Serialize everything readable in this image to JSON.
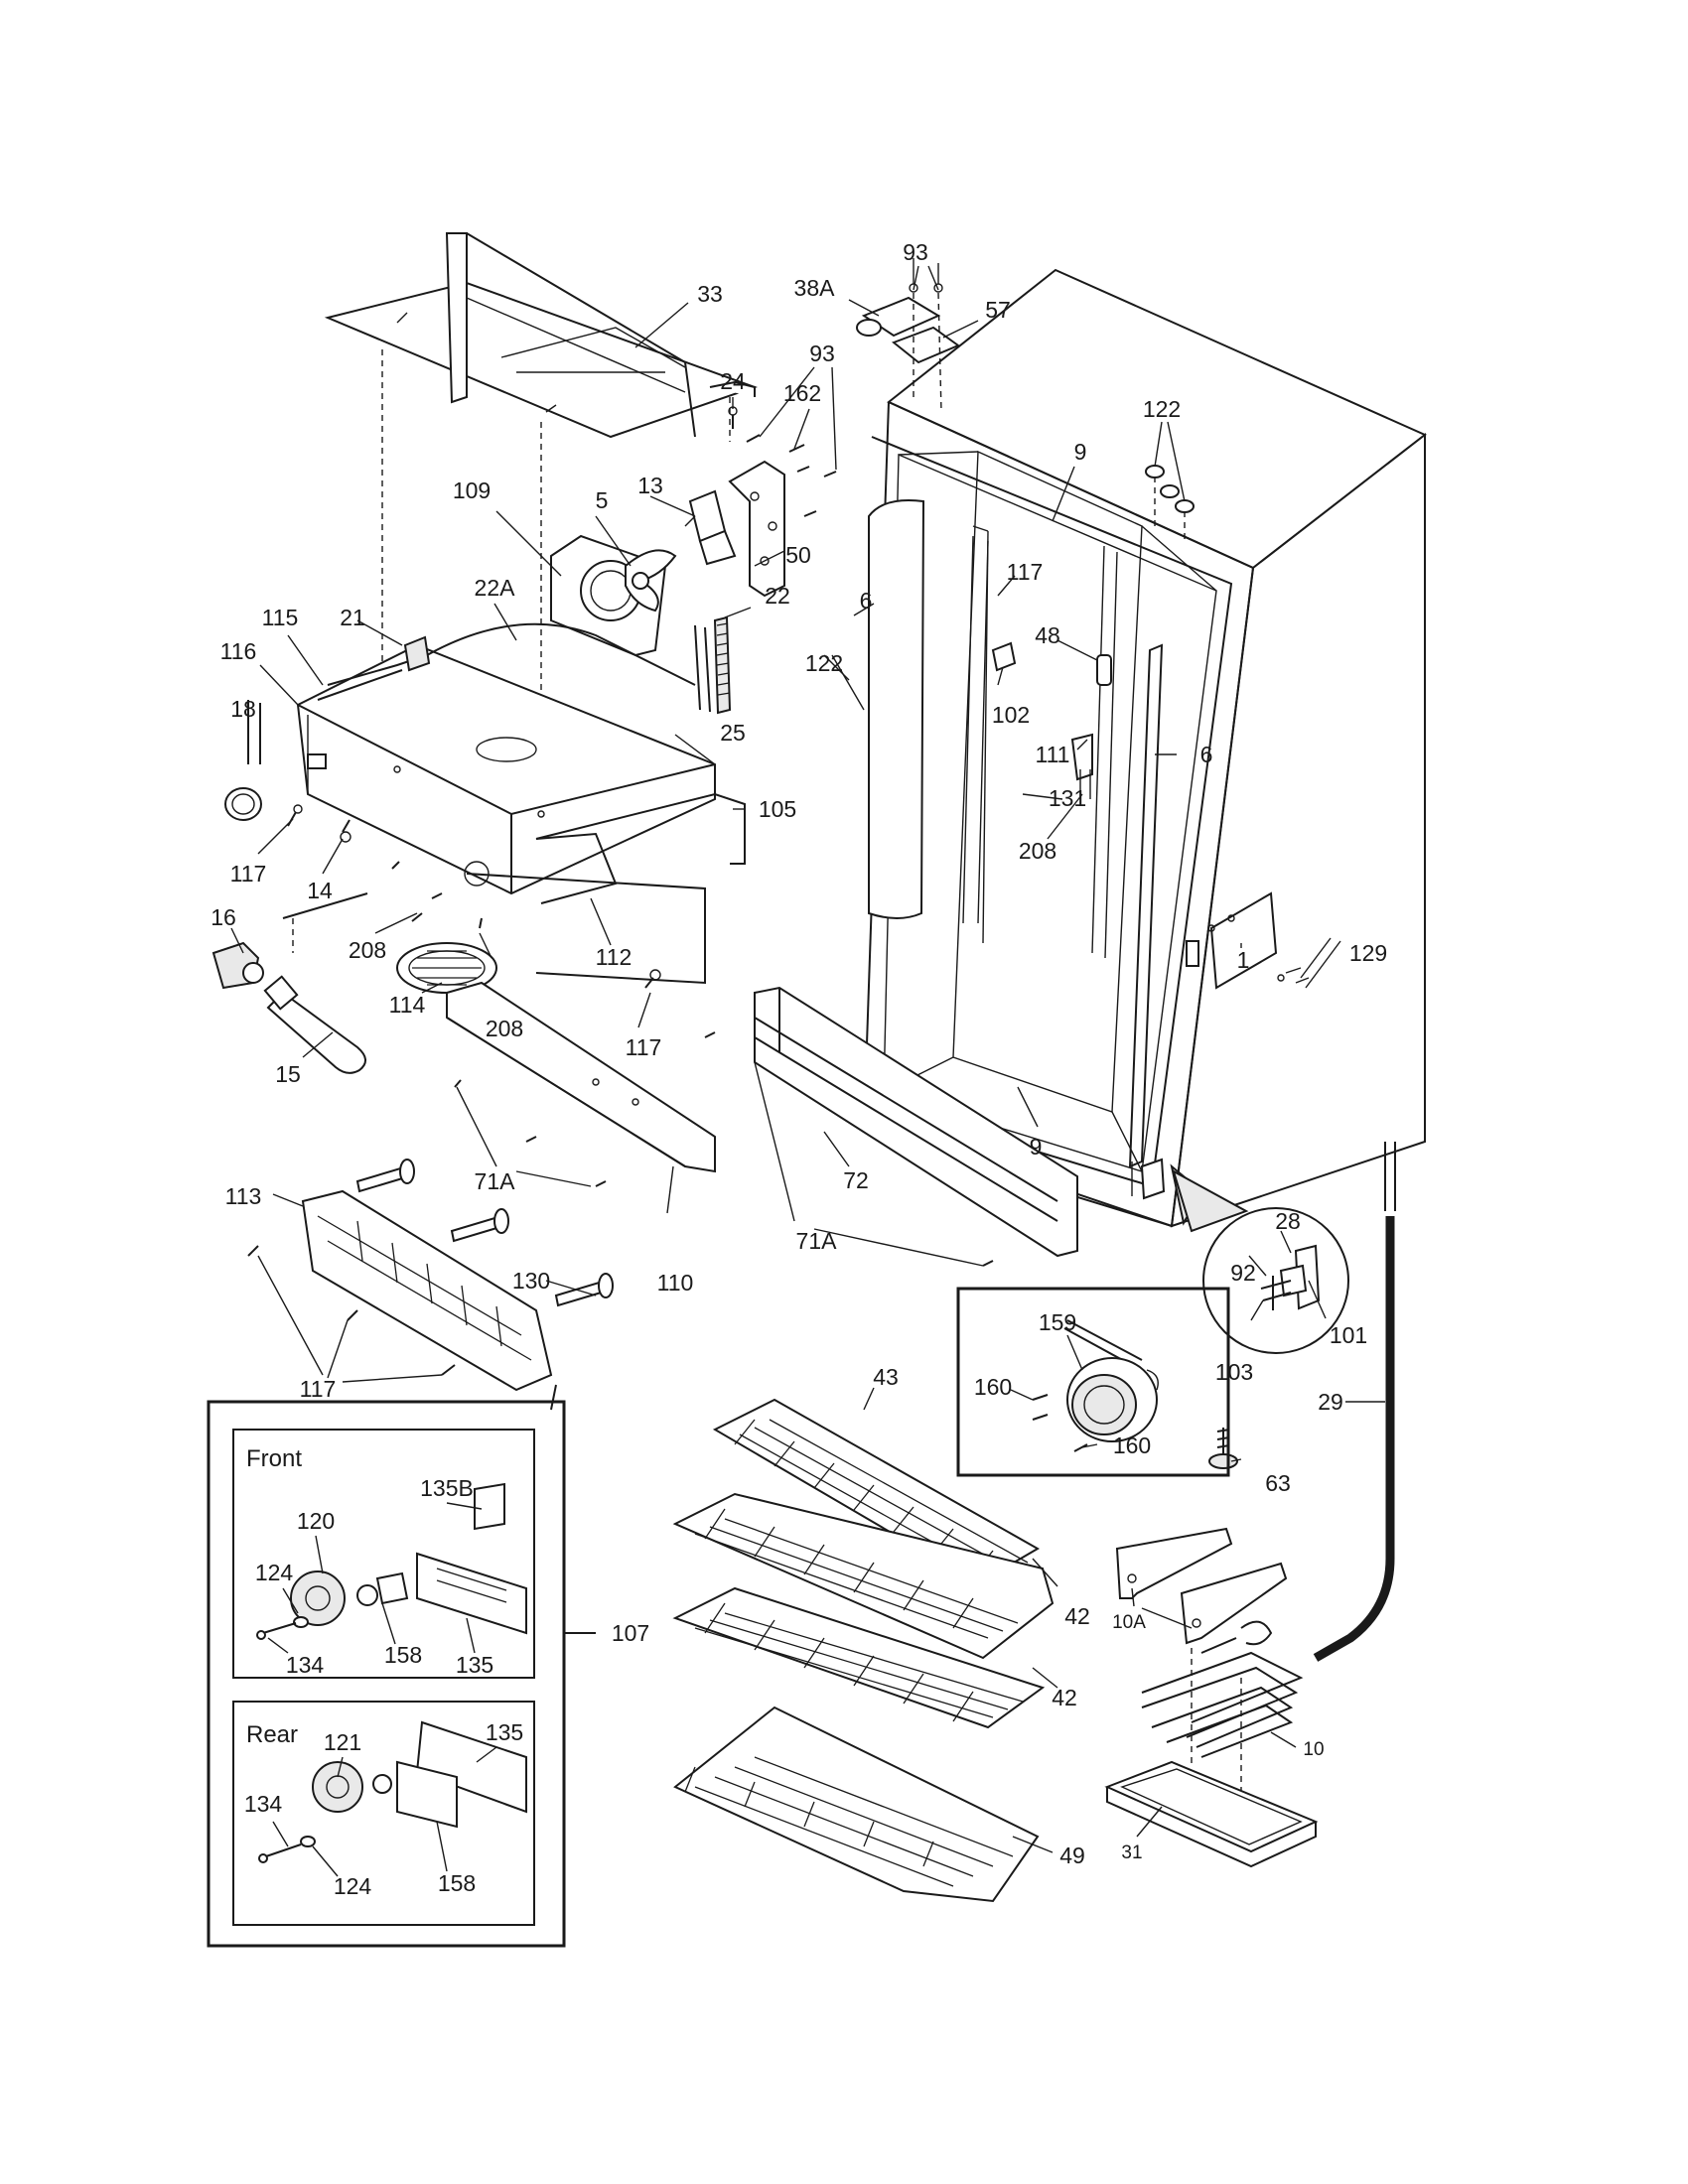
{
  "labels": {
    "l93a": "93",
    "l38A": "38A",
    "l57": "57",
    "l33": "33",
    "l24": "24",
    "l93b": "93",
    "l162": "162",
    "l122a": "122",
    "l9a": "9",
    "l13": "13",
    "l109": "109",
    "l5": "5",
    "l50": "50",
    "l22A": "22A",
    "l22": "22",
    "l117a": "117",
    "l21": "21",
    "l115": "115",
    "l116": "116",
    "l6a": "6",
    "l48": "48",
    "l18": "18",
    "l122b": "122",
    "l102": "102",
    "l25": "25",
    "l111": "111",
    "l6b": "6",
    "l105": "105",
    "l131": "131",
    "l117b": "117",
    "l14": "14",
    "l208a": "208",
    "l129": "129",
    "l1": "1",
    "l16": "16",
    "l208b": "208",
    "l112": "112",
    "l114": "114",
    "l208c": "208",
    "l117c": "117",
    "l15": "15",
    "l9b": "9",
    "l71Aa": "71A",
    "l72": "72",
    "l28": "28",
    "l113": "113",
    "l92": "92",
    "l110": "110",
    "l71Ab": "71A",
    "l130": "130",
    "l101": "101",
    "l103": "103",
    "l117d": "117",
    "l159": "159",
    "l43": "43",
    "l160a": "160",
    "l29": "29",
    "l160b": "160",
    "l63": "63",
    "l42a": "42",
    "l42b": "42",
    "l49": "49",
    "l10A": "10A",
    "l10": "10",
    "l31": "31",
    "l107": "107"
  },
  "inset_front": {
    "title": "Front",
    "labels": {
      "l135B": "135B",
      "l120": "120",
      "l124": "124",
      "l134": "134",
      "l158": "158",
      "l135": "135"
    }
  },
  "inset_rear": {
    "title": "Rear",
    "labels": {
      "l121": "121",
      "l135": "135",
      "l134": "134",
      "l124": "124",
      "l158": "158"
    }
  }
}
